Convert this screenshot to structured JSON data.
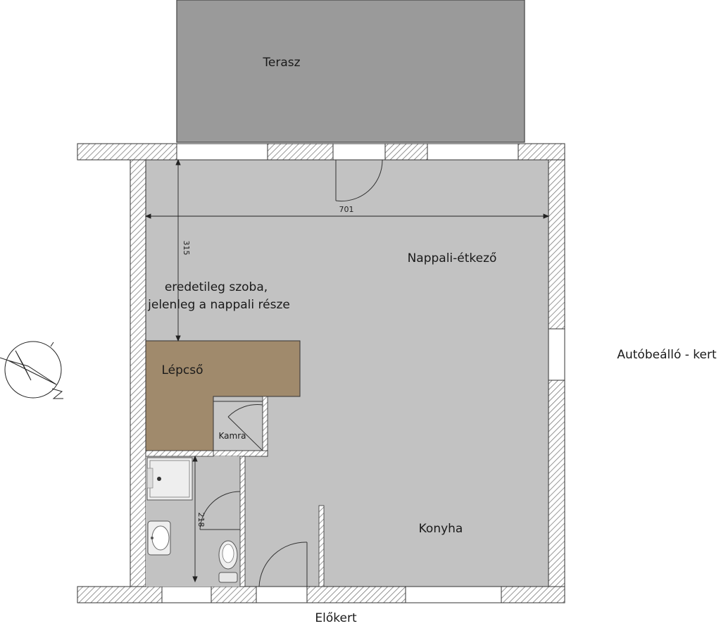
{
  "labels": {
    "terrace": "Terasz",
    "living_dining": "Nappali-étkező",
    "note_line1": "eredetileg szoba,",
    "note_line2": "jelenleg a nappali része",
    "stairs": "Lépcső",
    "pantry": "Kamra",
    "kitchen": "Konyha",
    "carport_garden": "Autóbeálló - kert",
    "front_garden": "Előkert"
  },
  "dimensions": {
    "width": "701",
    "height_left": "315",
    "bath": "218"
  },
  "colors": {
    "terrace": "#9a9a9a",
    "floor": "#c2c2c2",
    "stairs": "#a08a6c",
    "wall_hatch": "#555555",
    "fixtures": "#ededed"
  },
  "icons": {
    "north_arrow": "compass-icon",
    "sink": "sink-icon",
    "toilet": "toilet-icon",
    "shower": "shower-icon"
  }
}
